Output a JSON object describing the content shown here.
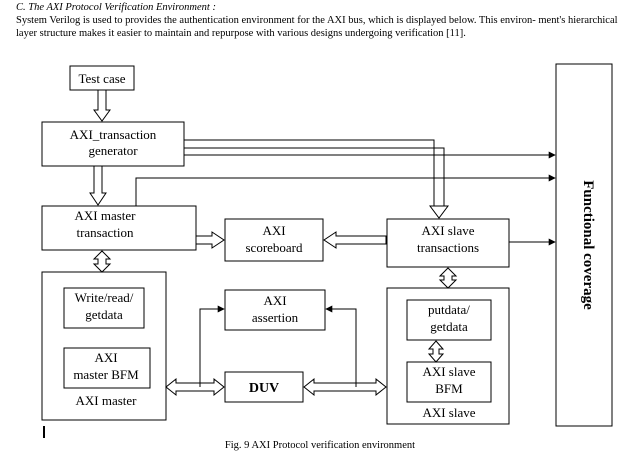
{
  "section": {
    "heading": "C.   The AXI Protocol Verification Environment :",
    "intro": "System Verilog is used to provides the authentication environment for the AXI bus, which is displayed below. This environ- ment's hierarchical layer structure makes it easier to maintain and repurpose with various designs undergoing verification [11]."
  },
  "figure": {
    "caption": "Fig. 9 AXI Protocol verification environment",
    "blocks": {
      "test_case": "Test case",
      "generator": [
        "AXI_transaction",
        "generator"
      ],
      "master_transaction": [
        "AXI master",
        "transaction"
      ],
      "scoreboard": [
        "AXI",
        "scoreboard"
      ],
      "slave_transactions": [
        "AXI slave",
        "transactions"
      ],
      "write_read_getdata": [
        "Write/read/",
        "getdata"
      ],
      "assertion": [
        "AXI",
        "assertion"
      ],
      "putdata_getdata": [
        "putdata/",
        "getdata"
      ],
      "master_bfm": [
        "AXI",
        "master BFM"
      ],
      "duv": "DUV",
      "slave_bfm": [
        "AXI slave",
        "BFM"
      ],
      "axi_master": "AXI master",
      "axi_slave": "AXI slave",
      "functional_coverage": "Functional coverage"
    }
  }
}
